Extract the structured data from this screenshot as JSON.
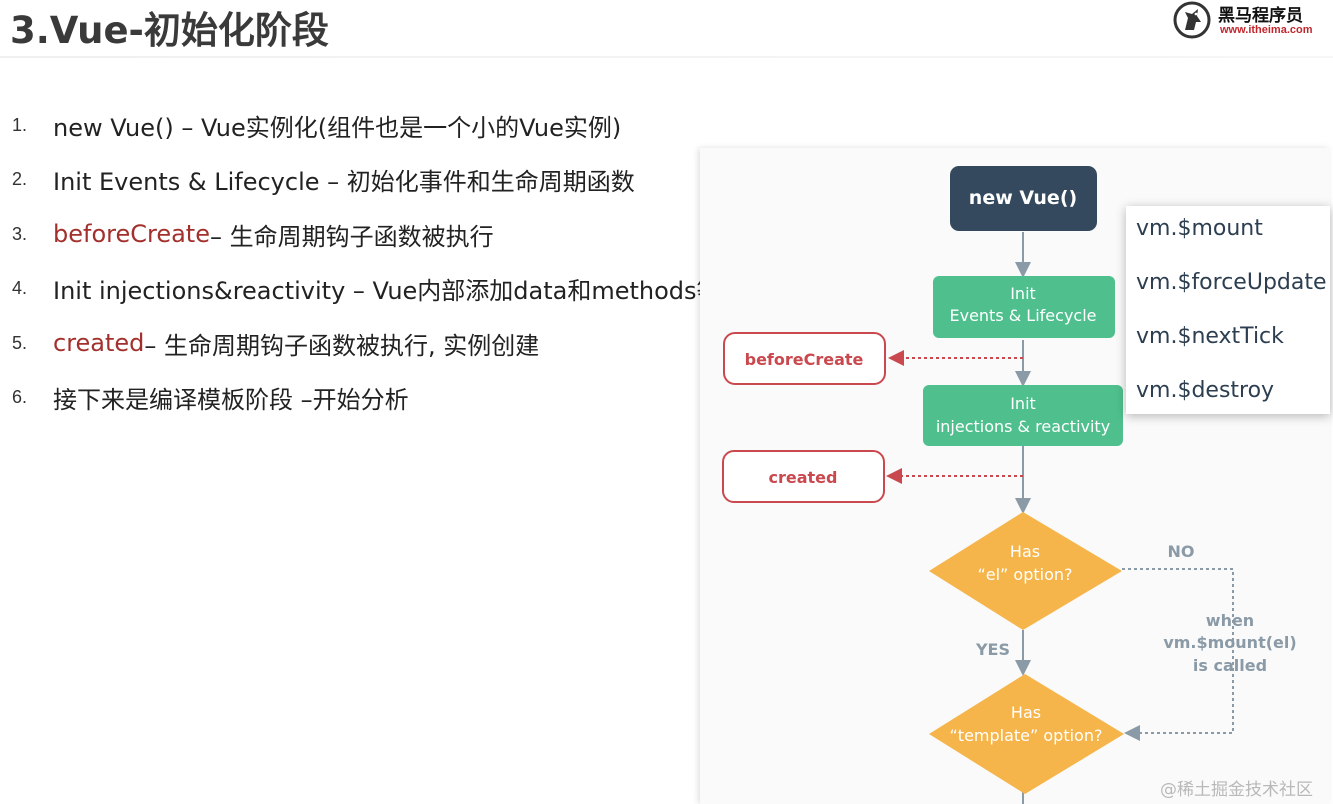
{
  "slide": {
    "title": "3.Vue-初始化阶段",
    "logo": {
      "name": "黑马程序员",
      "url": "www.itheima.com",
      "mark_icon": "horse-head-icon"
    }
  },
  "steps": [
    {
      "num": "1.",
      "highlight": "",
      "text": "new Vue() – Vue实例化(组件也是一个小的Vue实例)"
    },
    {
      "num": "2.",
      "highlight": "",
      "text": "Init Events & Lifecycle – 初始化事件和生命周期函数"
    },
    {
      "num": "3.",
      "highlight": "beforeCreate",
      "text": " – 生命周期钩子函数被执行"
    },
    {
      "num": "4.",
      "highlight": "",
      "text": "Init injections&reactivity – Vue内部添加data和methods等"
    },
    {
      "num": "5.",
      "highlight": "created",
      "text": " – 生命周期钩子函数被执行, 实例创建"
    },
    {
      "num": "6.",
      "highlight": "",
      "text": "接下来是编译模板阶段 –开始分析"
    }
  ],
  "diagram": {
    "new_vue": "new Vue()",
    "init_events": {
      "line1": "Init",
      "line2": "Events & Lifecycle"
    },
    "init_injections": {
      "line1": "Init",
      "line2": "injections & reactivity"
    },
    "before_create": "beforeCreate",
    "created": "created",
    "has_el": {
      "line1": "Has",
      "line2": "“el” option?"
    },
    "has_template": {
      "line1": "Has",
      "line2": "“template” option?"
    },
    "no_label": "NO",
    "yes_label": "YES",
    "when_mount": {
      "line1": "when",
      "line2": "vm.$mount(el)",
      "line3": "is called"
    },
    "colors": {
      "dark_box": "#34495e",
      "green_box": "#4fc08d",
      "hook_red": "#c9494f",
      "diamond": "#f5b54b",
      "arrow_grey": "#8a9aa6"
    }
  },
  "api_methods": [
    "vm.$mount",
    "vm.$forceUpdate",
    "vm.$nextTick",
    "vm.$destroy"
  ],
  "watermark": "@稀土掘金技术社区"
}
